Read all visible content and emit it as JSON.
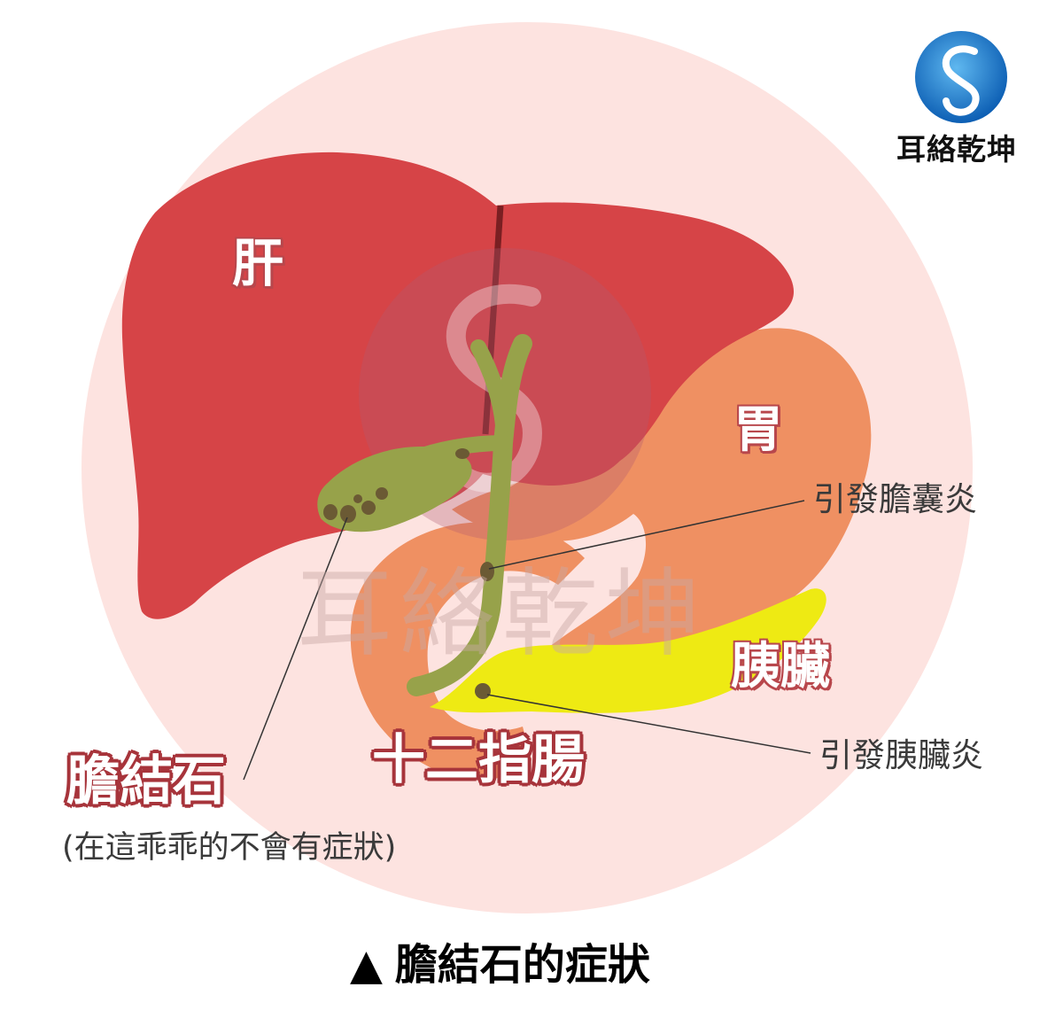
{
  "logo": {
    "text": "耳絡乾坤",
    "icon": "s-swirl-logo-icon"
  },
  "watermark": {
    "text": "耳絡乾坤"
  },
  "organs": {
    "liver": "肝",
    "stomach": "胃",
    "pancreas": "胰臟",
    "duodenum": "十二指腸"
  },
  "annotations": {
    "gallbladder_stone_title": "膽結石",
    "gallbladder_stone_note": "(在這乖乖的不會有症狀)",
    "cholecystitis": "引發膽囊炎",
    "pancreatitis": "引發胰臟炎"
  },
  "caption": {
    "marker": "▲",
    "text": "膽結石的症狀"
  },
  "colors": {
    "background_circle": "#fde3e0",
    "liver": "#d64447",
    "stomach": "#ef9062",
    "pancreas": "#eeea13",
    "bile_duct": "#97a24a",
    "stones": "#6b5a34",
    "logo_blue": "#1b7fd0"
  }
}
